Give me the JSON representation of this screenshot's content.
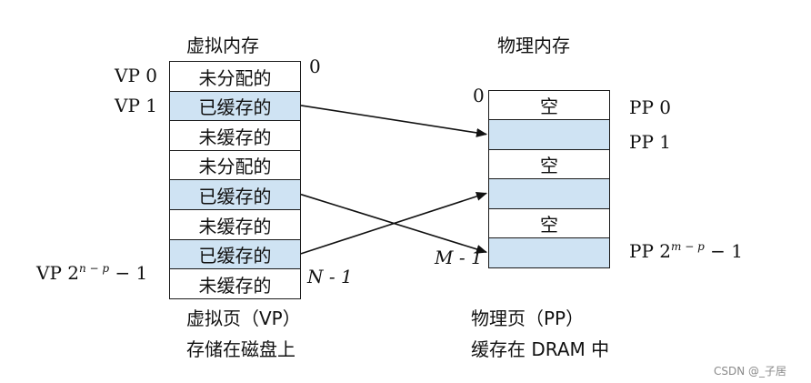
{
  "virtual_memory": {
    "title": "虚拟内存",
    "top_index": "0",
    "bottom_index": "N - 1",
    "pages": [
      {
        "vp_label": "VP 0",
        "text": "未分配的",
        "cached": false
      },
      {
        "vp_label": "VP 1",
        "text": "已缓存的",
        "cached": true
      },
      {
        "vp_label": "",
        "text": "未缓存的",
        "cached": false
      },
      {
        "vp_label": "",
        "text": "未分配的",
        "cached": false
      },
      {
        "vp_label": "",
        "text": "已缓存的",
        "cached": true
      },
      {
        "vp_label": "",
        "text": "未缓存的",
        "cached": false
      },
      {
        "vp_label": "",
        "text": "已缓存的",
        "cached": true
      },
      {
        "vp_label": "VP 2",
        "text": "未缓存的",
        "cached": false
      }
    ],
    "last_vp": {
      "base": "VP 2",
      "exponent": "n − p",
      "suffix": "− 1"
    },
    "caption_line1": "虚拟页（VP）",
    "caption_line2": "存储在磁盘上"
  },
  "physical_memory": {
    "title": "物理内存",
    "top_index": "0",
    "bottom_index": "M - 1",
    "pages": [
      {
        "pp_label": "PP 0",
        "text": "空",
        "filled": false
      },
      {
        "pp_label": "PP 1",
        "text": "",
        "filled": true
      },
      {
        "pp_label": "",
        "text": "空",
        "filled": false
      },
      {
        "pp_label": "",
        "text": "",
        "filled": true
      },
      {
        "pp_label": "",
        "text": "空",
        "filled": false
      },
      {
        "pp_label": "",
        "text": "",
        "filled": true
      }
    ],
    "last_pp": {
      "base": "PP 2",
      "exponent": "m − p",
      "suffix": "− 1"
    },
    "caption_line1": "物理页（PP）",
    "caption_line2": "缓存在 DRAM 中"
  },
  "mappings": [
    {
      "from_vp_index": 1,
      "to_pp_index": 1
    },
    {
      "from_vp_index": 4,
      "to_pp_index": 5
    },
    {
      "from_vp_index": 6,
      "to_pp_index": 3
    }
  ],
  "colors": {
    "cached_fill": "#cfe3f3",
    "empty_fill": "#ffffff",
    "border": "#1a1a1a"
  },
  "watermark": "CSDN @_子居"
}
